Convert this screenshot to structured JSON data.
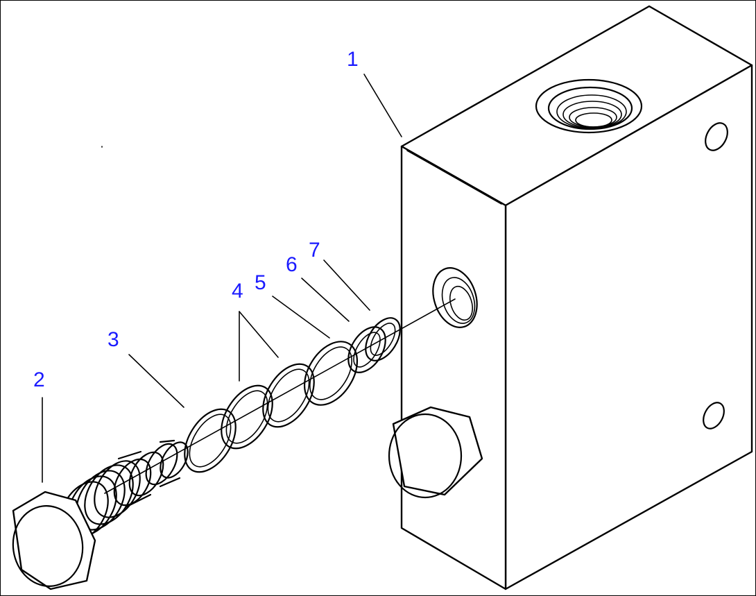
{
  "callouts": [
    {
      "id": "1",
      "label": "1"
    },
    {
      "id": "2",
      "label": "2"
    },
    {
      "id": "3",
      "label": "3"
    },
    {
      "id": "4",
      "label": "4"
    },
    {
      "id": "5",
      "label": "5"
    },
    {
      "id": "6",
      "label": "6"
    },
    {
      "id": "7",
      "label": "7"
    }
  ],
  "colors": {
    "callout": "#1a1aff",
    "line": "#000000",
    "background": "#ffffff"
  }
}
